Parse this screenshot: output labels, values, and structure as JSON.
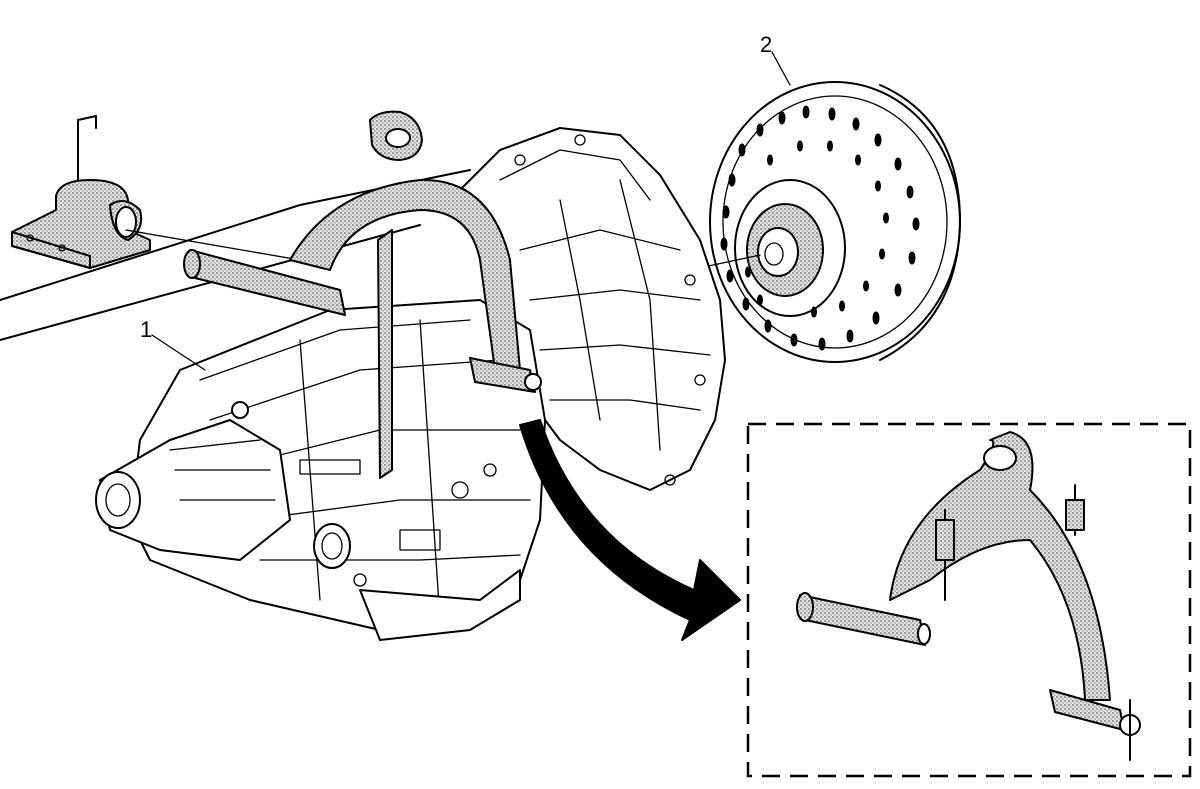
{
  "callouts": [
    {
      "id": "1",
      "text": "1"
    },
    {
      "id": "2",
      "text": "2"
    }
  ],
  "colors": {
    "line": "#000000",
    "background": "#ffffff",
    "shade": "#bdbdbd"
  }
}
